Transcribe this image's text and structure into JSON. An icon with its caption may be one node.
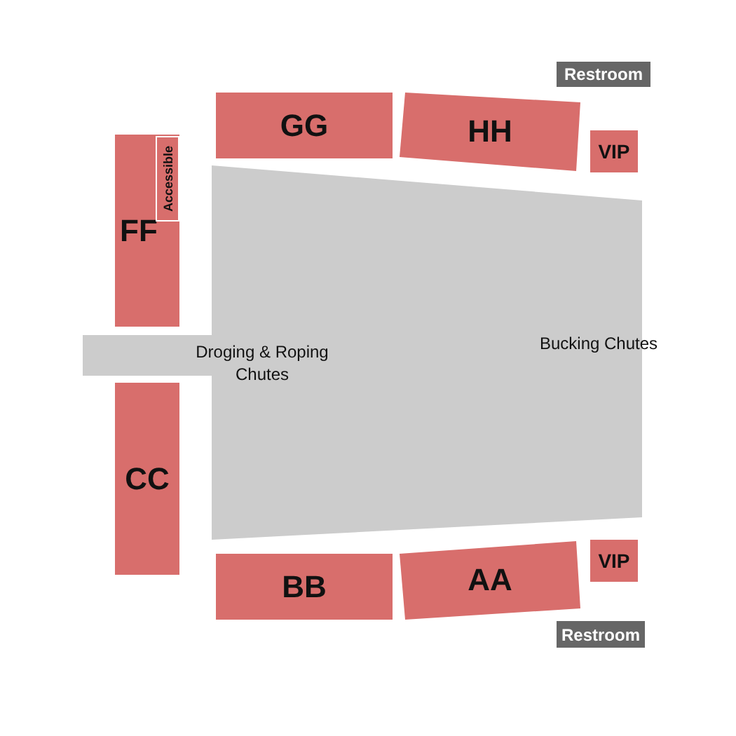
{
  "diagram": {
    "nodes": [
      {
        "text": [
          "Restroom"
        ]
      },
      {
        "text": [
          "GG"
        ]
      },
      {
        "text": [
          "HH"
        ]
      },
      {
        "text": [
          "VIP"
        ]
      },
      {
        "text": [
          "FF"
        ]
      },
      {
        "text": [
          "Accessible"
        ],
        "in": 4
      },
      {
        "text": [
          "Droging & Roping Chutes",
          "Bucking Chutes"
        ]
      },
      {
        "text": [
          "CC"
        ]
      },
      {
        "text": [
          "BB"
        ]
      },
      {
        "text": [
          "AA"
        ]
      },
      {
        "text": [
          "VIP"
        ]
      },
      {
        "text": [
          "Restroom"
        ]
      }
    ],
    "edges": []
  }
}
